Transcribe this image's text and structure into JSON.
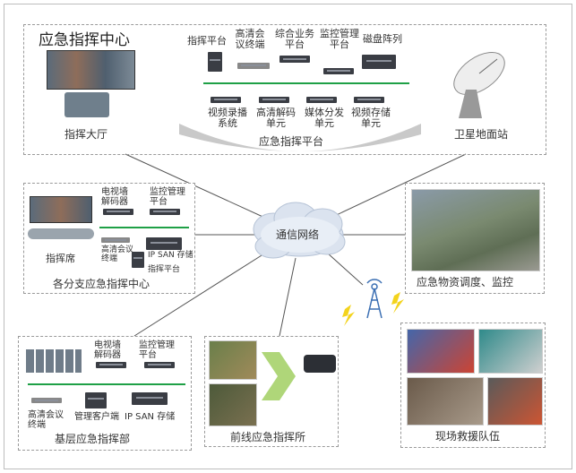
{
  "network": {
    "label": "通信网络"
  },
  "hq": {
    "title": "应急指挥中心",
    "command_hall": "指挥大厅",
    "platform_label": "应急指挥平台",
    "devices_top": [
      "指挥平台",
      "高清会议终端",
      "综合业务平台",
      "监控管理平台",
      "磁盘阵列"
    ],
    "devices_bottom": [
      "视频录播系统",
      "高清解码单元",
      "媒体分发单元",
      "视频存储单元"
    ]
  },
  "satellite": {
    "label": "卫星地面站"
  },
  "branch": {
    "title": "各分支应急指挥中心",
    "seat": "指挥席",
    "video_decoder": "电视墙解码器",
    "monitor_platform": "监控管理平台",
    "hd_terminal": "高清会议终端",
    "ipsan": "IP SAN 存储",
    "command_platform": "指挥平台"
  },
  "materials": {
    "label": "应急物资调度、监控"
  },
  "grassroots": {
    "title": "基层应急指挥部",
    "video_decoder": "电视墙解码器",
    "monitor_platform": "监控管理平台",
    "hd_terminal": "高清会议终端",
    "client": "管理客户端",
    "ipsan": "IP SAN 存储"
  },
  "frontline": {
    "title": "前线应急指挥所"
  },
  "rescue": {
    "title": "现场救援队伍"
  },
  "colors": {
    "accent_green": "#1fa046",
    "cloud": "#dbe3ef",
    "platform": "#c9c9c9"
  }
}
